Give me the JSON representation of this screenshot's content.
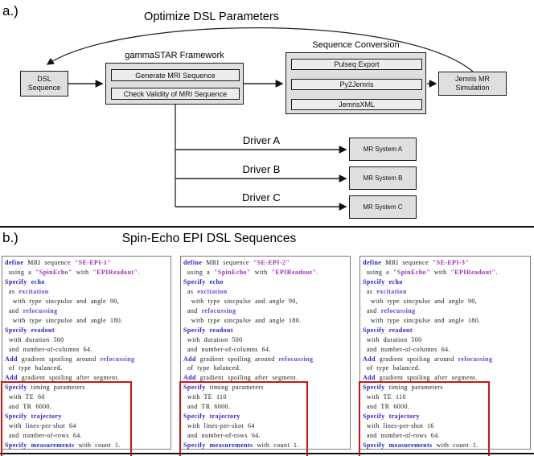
{
  "section_a": {
    "label": "a.)",
    "loop_label": "Optimize DSL Parameters",
    "dsl_box": "DSL Sequence",
    "framework": {
      "title": "gammaSTAR Framework",
      "steps": [
        "Generate MRI Sequence",
        "Check Validity of MRI Sequence"
      ]
    },
    "conversion": {
      "title": "Sequence Conversion",
      "steps": [
        "Pulseq Export",
        "Py2Jemris",
        "JemrisXML"
      ]
    },
    "jemris_box": "Jemris MR Simulation",
    "drivers": [
      {
        "label": "Driver A",
        "system": "MR System A"
      },
      {
        "label": "Driver B",
        "system": "MR System B"
      },
      {
        "label": "Driver C",
        "system": "MR System C"
      }
    ]
  },
  "section_b": {
    "label": "b.)",
    "title": "Spin-Echo EPI DSL Sequences",
    "syntax_colors": {
      "keyword": "#2222cc",
      "event": "#6640d8",
      "string": "#9b30b0",
      "highlight_box": "#cc1515"
    },
    "panels": [
      {
        "name": "SE-EPI-1",
        "lines": [
          [
            {
              "t": "define",
              "c": "k"
            },
            {
              "t": " MRI sequence ",
              "c": ""
            },
            {
              "t": "\"SE-EPI-1\"",
              "c": "s"
            }
          ],
          [
            {
              "t": " using a ",
              "c": ""
            },
            {
              "t": "\"SpinEcho\"",
              "c": "s"
            },
            {
              "t": " with ",
              "c": ""
            },
            {
              "t": "\"EPIReadout\"",
              "c": "s"
            },
            {
              "t": ".",
              "c": ""
            }
          ],
          [
            {
              "t": "Specify echo",
              "c": "k"
            }
          ],
          [
            {
              "t": " as ",
              "c": ""
            },
            {
              "t": "excitation",
              "c": "e"
            }
          ],
          [
            {
              "t": "  with type sincpulse and angle 90,",
              "c": ""
            }
          ],
          [
            {
              "t": " and ",
              "c": ""
            },
            {
              "t": "refocussing",
              "c": "e"
            }
          ],
          [
            {
              "t": "  with type sincpulse and angle 180.",
              "c": ""
            }
          ],
          [
            {
              "t": "Specify readout",
              "c": "k"
            }
          ],
          [
            {
              "t": " with duration 500",
              "c": ""
            }
          ],
          [
            {
              "t": " and number-of-columns 64.",
              "c": ""
            }
          ],
          [
            {
              "t": "Add",
              "c": "k"
            },
            {
              "t": " gradient spoiling around ",
              "c": ""
            },
            {
              "t": "refocussing",
              "c": "e"
            }
          ],
          [
            {
              "t": " of type balanced.",
              "c": ""
            }
          ],
          [
            {
              "t": "Add",
              "c": "k"
            },
            {
              "t": " gradient spoiling after segment.",
              "c": ""
            }
          ],
          [
            {
              "t": "Specify",
              "c": "k"
            },
            {
              "t": " timing parameters",
              "c": ""
            }
          ],
          [
            {
              "t": " with TE 60",
              "c": ""
            }
          ],
          [
            {
              "t": " and TR 6000.",
              "c": ""
            }
          ],
          [
            {
              "t": "Specify trajectory",
              "c": "k"
            }
          ],
          [
            {
              "t": " with lines-per-shot 64",
              "c": ""
            }
          ],
          [
            {
              "t": " and number-of-rows 64.",
              "c": ""
            }
          ],
          [
            {
              "t": "Specify measurements",
              "c": "k"
            },
            {
              "t": " with count 1.",
              "c": ""
            }
          ]
        ]
      },
      {
        "name": "SE-EPI-2",
        "lines": [
          [
            {
              "t": "define",
              "c": "k"
            },
            {
              "t": " MRI sequence ",
              "c": ""
            },
            {
              "t": "\"SE-EPI-2\"",
              "c": "s"
            }
          ],
          [
            {
              "t": " using a ",
              "c": ""
            },
            {
              "t": "\"SpinEcho\"",
              "c": "s"
            },
            {
              "t": " with ",
              "c": ""
            },
            {
              "t": "\"EPIReadout\"",
              "c": "s"
            },
            {
              "t": ".",
              "c": ""
            }
          ],
          [
            {
              "t": "Specify echo",
              "c": "k"
            }
          ],
          [
            {
              "t": " as ",
              "c": ""
            },
            {
              "t": "excitation",
              "c": "e"
            }
          ],
          [
            {
              "t": "  with type sincpulse and angle 90,",
              "c": ""
            }
          ],
          [
            {
              "t": " and ",
              "c": ""
            },
            {
              "t": "refocussing",
              "c": "e"
            }
          ],
          [
            {
              "t": "  with type sincpulse and angle 180.",
              "c": ""
            }
          ],
          [
            {
              "t": "Specify readout",
              "c": "k"
            }
          ],
          [
            {
              "t": " with duration 500",
              "c": ""
            }
          ],
          [
            {
              "t": " and number-of-columns 64.",
              "c": ""
            }
          ],
          [
            {
              "t": "Add",
              "c": "k"
            },
            {
              "t": " gradient spoiling around ",
              "c": ""
            },
            {
              "t": "refocussing",
              "c": "e"
            }
          ],
          [
            {
              "t": " of type balanced.",
              "c": ""
            }
          ],
          [
            {
              "t": "Add",
              "c": "k"
            },
            {
              "t": " gradient spoiling after segment.",
              "c": ""
            }
          ],
          [
            {
              "t": "Specify",
              "c": "k"
            },
            {
              "t": " timing parameters",
              "c": ""
            }
          ],
          [
            {
              "t": " with TE 110",
              "c": ""
            }
          ],
          [
            {
              "t": " and TR 6000.",
              "c": ""
            }
          ],
          [
            {
              "t": "Specify trajectory",
              "c": "k"
            }
          ],
          [
            {
              "t": " with lines-per-shot 64",
              "c": ""
            }
          ],
          [
            {
              "t": " and number-of-rows 64.",
              "c": ""
            }
          ],
          [
            {
              "t": "Specify measurements",
              "c": "k"
            },
            {
              "t": " with count 1.",
              "c": ""
            }
          ]
        ]
      },
      {
        "name": "SE-EPI-3",
        "lines": [
          [
            {
              "t": "define",
              "c": "k"
            },
            {
              "t": " MRI sequence ",
              "c": ""
            },
            {
              "t": "\"SE-EPI-3\"",
              "c": "s"
            }
          ],
          [
            {
              "t": " using a ",
              "c": ""
            },
            {
              "t": "\"SpinEcho\"",
              "c": "s"
            },
            {
              "t": " with ",
              "c": ""
            },
            {
              "t": "\"EPIReadout\"",
              "c": "s"
            },
            {
              "t": ".",
              "c": ""
            }
          ],
          [
            {
              "t": "Specify echo",
              "c": "k"
            }
          ],
          [
            {
              "t": " as ",
              "c": ""
            },
            {
              "t": "excitation",
              "c": "e"
            }
          ],
          [
            {
              "t": "  with type sincpulse and angle 90,",
              "c": ""
            }
          ],
          [
            {
              "t": " and ",
              "c": ""
            },
            {
              "t": "refocussing",
              "c": "e"
            }
          ],
          [
            {
              "t": "  with type sincpulse and angle 180.",
              "c": ""
            }
          ],
          [
            {
              "t": "Specify readout",
              "c": "k"
            }
          ],
          [
            {
              "t": " with duration 500",
              "c": ""
            }
          ],
          [
            {
              "t": " and number-of-columns 64.",
              "c": ""
            }
          ],
          [
            {
              "t": "Add",
              "c": "k"
            },
            {
              "t": " gradient spoiling around ",
              "c": ""
            },
            {
              "t": "refocussing",
              "c": "e"
            }
          ],
          [
            {
              "t": " of type balanced.",
              "c": ""
            }
          ],
          [
            {
              "t": "Add",
              "c": "k"
            },
            {
              "t": " gradient spoiling after segment.",
              "c": ""
            }
          ],
          [
            {
              "t": "Specify",
              "c": "k"
            },
            {
              "t": " timing parameters",
              "c": ""
            }
          ],
          [
            {
              "t": " with TE 110",
              "c": ""
            }
          ],
          [
            {
              "t": " and TR 6000.",
              "c": ""
            }
          ],
          [
            {
              "t": "Specify trajectory",
              "c": "k"
            }
          ],
          [
            {
              "t": " with lines-per-shot 16",
              "c": ""
            }
          ],
          [
            {
              "t": " and number-of-rows 64.",
              "c": ""
            }
          ],
          [
            {
              "t": "Specify measurements",
              "c": "k"
            },
            {
              "t": " with count 1.",
              "c": ""
            }
          ]
        ]
      }
    ]
  }
}
